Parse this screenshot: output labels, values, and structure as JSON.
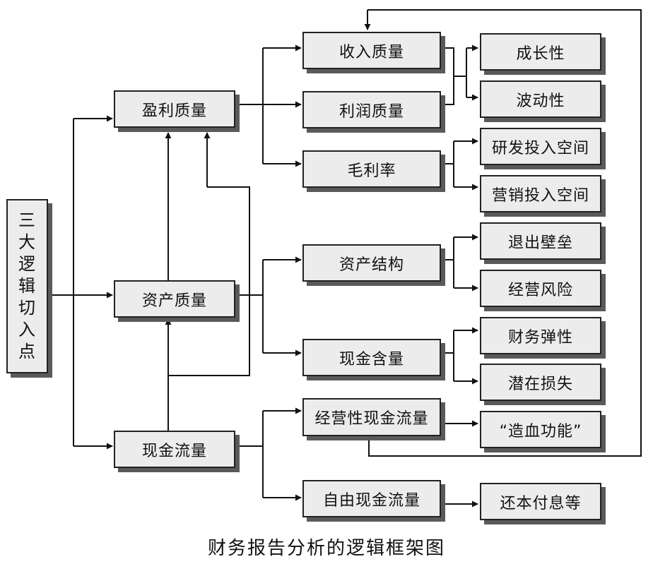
{
  "diagram": {
    "root": {
      "label_chars": [
        "三",
        "大",
        "逻",
        "辑",
        "切",
        "入",
        "点"
      ]
    },
    "level1": {
      "profit_quality": "盈利质量",
      "asset_quality": "资产质量",
      "cash_flow": "现金流量"
    },
    "level2": {
      "revenue_quality": "收入质量",
      "earnings_quality": "利润质量",
      "gross_margin": "毛利率",
      "asset_structure": "资产结构",
      "cash_content": "现金含量",
      "operating_cash_flow": "经营性现金流量",
      "free_cash_flow": "自由现金流量"
    },
    "level3": {
      "growth": "成长性",
      "volatility": "波动性",
      "rd_space": "研发投入空间",
      "marketing_space": "营销投入空间",
      "exit_barrier": "退出壁垒",
      "operating_risk": "经营风险",
      "financial_flexibility": "财务弹性",
      "potential_loss": "潜在损失",
      "blood_making": "“造血功能”",
      "debt_repayment": "还本付息等"
    },
    "caption": "财务报告分析的逻辑框架图"
  }
}
